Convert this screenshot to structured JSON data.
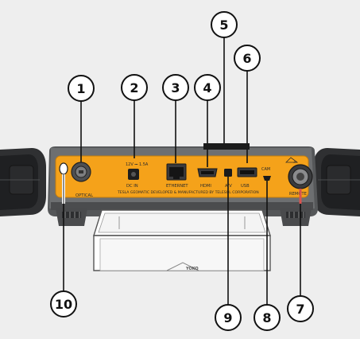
{
  "labels": {
    "dc_in": "DC IN",
    "dc_spec": "12V ⎓ 1.5A",
    "ethernet": "ETHERNET",
    "hdmi": "HDMI",
    "av": "A/V",
    "usb": "USB",
    "cam": "CAM",
    "optical": "OPTICAL",
    "remote": "REMOTE",
    "strip_text": "TESLA GEOMATIC DEVELOPED & MANUFACTURED BY TELESOL CORPORATION",
    "logo_text": "YOKO"
  },
  "callouts": [
    "1",
    "2",
    "3",
    "4",
    "5",
    "6",
    "7",
    "8",
    "9",
    "10"
  ],
  "colors": {
    "background": "#eeeeee",
    "panel_orange": "#f5a21a",
    "body_grey": "#6d6f71",
    "body_dark": "#3c3d3f",
    "callout_fill": "#ffffff",
    "callout_stroke": "#111111"
  }
}
